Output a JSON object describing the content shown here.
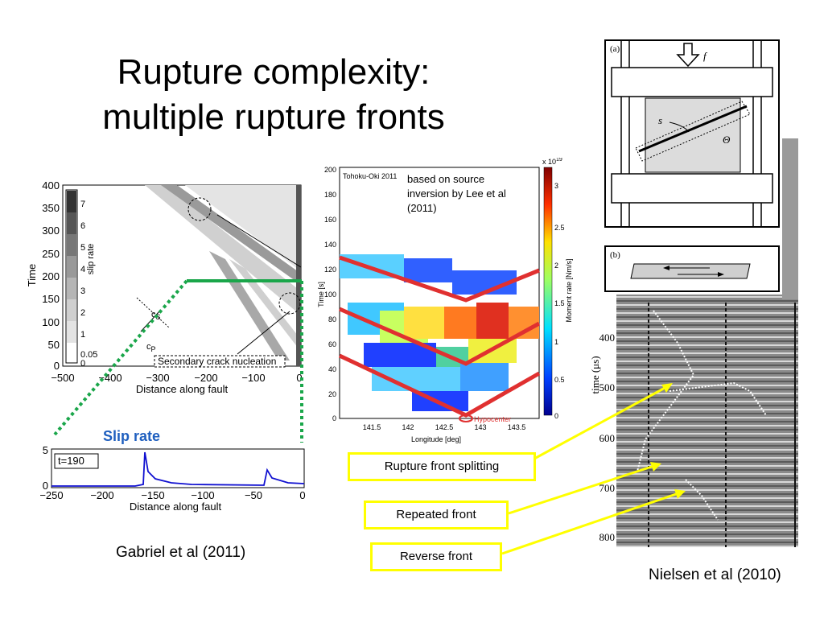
{
  "title": {
    "line1": "Rupture complexity:",
    "line2": "multiple rupture fronts"
  },
  "left_figure": {
    "ylabel": "Time",
    "xlabel": "Distance along fault",
    "y_ticks": [
      "400",
      "350",
      "300",
      "250",
      "200",
      "150",
      "100",
      "50",
      "0"
    ],
    "x_ticks": [
      "−500",
      "−400",
      "−300",
      "−200",
      "−100",
      "0"
    ],
    "colorbar_label": "slip rate",
    "colorbar_ticks": [
      "7",
      "6",
      "5",
      "4",
      "3",
      "2",
      "1",
      "0.05",
      "0"
    ],
    "annotation": "Secondary crack nucleation",
    "cs_label": "c",
    "cs_sub": "S",
    "cp_label": "c",
    "cp_sub": "P",
    "caption": "Gabriel et al (2011)"
  },
  "slip_rate_panel": {
    "label": "Slip rate",
    "time_box": "t=190",
    "y_ticks": [
      "5",
      "0"
    ],
    "x_ticks": [
      "−250",
      "−200",
      "−150",
      "−100",
      "−50",
      "0"
    ],
    "xlabel": "Distance along fault"
  },
  "middle_figure": {
    "inner_title": "Tohoku-Oki 2011",
    "note": "based on source inversion by Lee et al (2011)",
    "note_lines": [
      "based on source",
      "inversion by Lee et al",
      "(2011)"
    ],
    "ylabel": "Time [s]",
    "xlabel": "Longitude [deg]",
    "y_ticks": [
      "200",
      "180",
      "160",
      "140",
      "120",
      "100",
      "80",
      "60",
      "40",
      "20",
      "0"
    ],
    "x_ticks": [
      "141.5",
      "142",
      "142.5",
      "143",
      "143.5"
    ],
    "colorbar_label": "Moment rate [Nm/s]",
    "colorbar_exponent": "x 10",
    "colorbar_exp_power": "19",
    "colorbar_ticks": [
      "3",
      "2.5",
      "2",
      "1.5",
      "1",
      "0.5",
      "0"
    ],
    "hypocenter": "Hypocenter"
  },
  "right_figure": {
    "panel_a": "(a)",
    "panel_b": "(b)",
    "force_label": "f",
    "s_label": "s",
    "theta_label": "Θ",
    "ylabel": "time (μs)",
    "y_ticks": [
      "400",
      "500",
      "600",
      "700",
      "800"
    ],
    "caption": "Nielsen et al (2010)"
  },
  "callouts": {
    "splitting": "Rupture front splitting",
    "repeated": "Repeated front",
    "reverse": "Reverse front"
  },
  "colors": {
    "rupture_line": "#e03030",
    "green_guide": "#1aa64a",
    "callout_border": "#ffff00",
    "slip_curve": "#1010d0"
  }
}
